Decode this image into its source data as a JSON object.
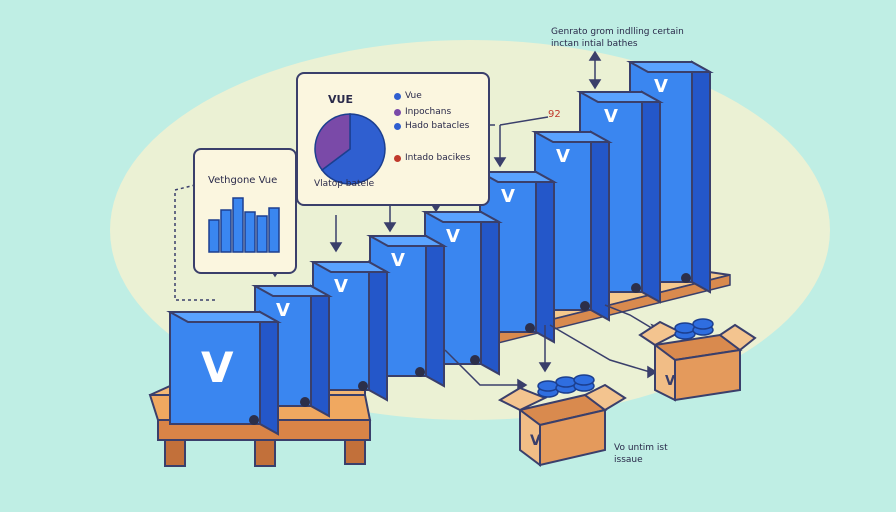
{
  "header_note": {
    "line1": "Genrato grom indlling certain",
    "line2": "inctan intial bathes"
  },
  "side_number": "92",
  "left_panel": {
    "title": "Vethgone Vue"
  },
  "chart_panel": {
    "heading": "VUE",
    "caption": "Vlatop batele",
    "legend": [
      {
        "label": "Vue",
        "color": "#2f5fd0"
      },
      {
        "label": "Inpochans",
        "color": "#7a4aa8"
      },
      {
        "label": "Hado batacles",
        "color": "#2f5fd0"
      },
      {
        "label": "Intado bacikes",
        "color": "#c0392b"
      }
    ]
  },
  "footer_note": {
    "line1": "Vo untim ist",
    "line2": "issaue"
  },
  "colors": {
    "background": "#bfeee4",
    "panel": "#fbf6df",
    "container_blue": "#3a86f0",
    "container_dark": "#2457c9",
    "pallet": "#e8a15c",
    "box": "#e9b17a",
    "outline": "#3a3f6b"
  }
}
